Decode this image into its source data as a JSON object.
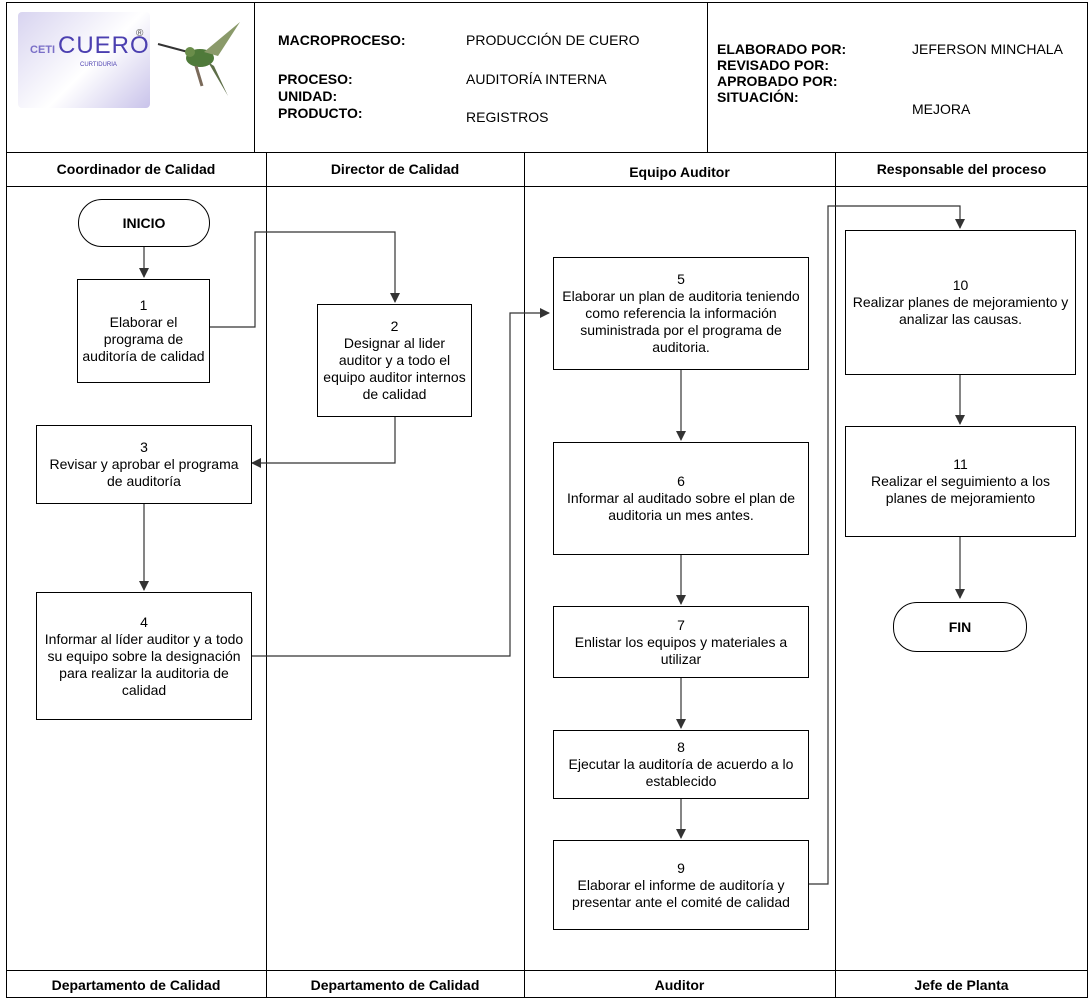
{
  "logo": {
    "ceti": "CETI",
    "cuero": "CUERO",
    "curtiduria": "CURTIDURIA",
    "registered": "®",
    "icon": "hummingbird-icon"
  },
  "header": {
    "macroproceso_label": "MACROPROCESO:",
    "macroproceso_value": "PRODUCCIÓN DE CUERO",
    "proceso_label": "PROCESO:",
    "proceso_value": "AUDITORÍA INTERNA",
    "unidad_label": "UNIDAD:",
    "producto_label": "PRODUCTO:",
    "producto_value": "REGISTROS",
    "elaborado_label": "ELABORADO POR:",
    "elaborado_value": "JEFERSON MINCHALA",
    "revisado_label": "REVISADO POR:",
    "aprobado_label": "APROBADO POR:",
    "situacion_label": "SITUACIÓN:",
    "situacion_value": "MEJORA"
  },
  "lanes_top": [
    "Coordinador de Calidad",
    "Director de Calidad",
    "Equipo Auditor",
    "Responsable del proceso"
  ],
  "lanes_bottom": [
    "Departamento de Calidad",
    "Departamento de Calidad",
    "Auditor",
    "Jefe de Planta"
  ],
  "terminals": {
    "start": "INICIO",
    "end": "FIN"
  },
  "steps": [
    {
      "num": "1",
      "text": "Elaborar el programa de auditoría de calidad"
    },
    {
      "num": "2",
      "text": "Designar al lider auditor y a todo el equipo auditor internos de calidad"
    },
    {
      "num": "3",
      "text": "Revisar y aprobar el programa de auditoría"
    },
    {
      "num": "4",
      "text": "Informar al líder auditor y a todo su equipo sobre la designación para realizar la auditoria de calidad"
    },
    {
      "num": "5",
      "text": "Elaborar un plan de auditoria teniendo como referencia la información suministrada por el programa de auditoria."
    },
    {
      "num": "6",
      "text": "Informar al auditado sobre el plan de auditoria un mes antes."
    },
    {
      "num": "7",
      "text": "Enlistar los equipos y materiales a utilizar"
    },
    {
      "num": "8",
      "text": "Ejecutar la auditoría de acuerdo a lo establecido"
    },
    {
      "num": "9",
      "text": "Elaborar el informe de auditoría y presentar ante el comité de calidad"
    },
    {
      "num": "10",
      "text": "Realizar planes de mejoramiento y analizar las causas."
    },
    {
      "num": "11",
      "text": "Realizar el seguimiento a los planes de mejoramiento"
    }
  ]
}
